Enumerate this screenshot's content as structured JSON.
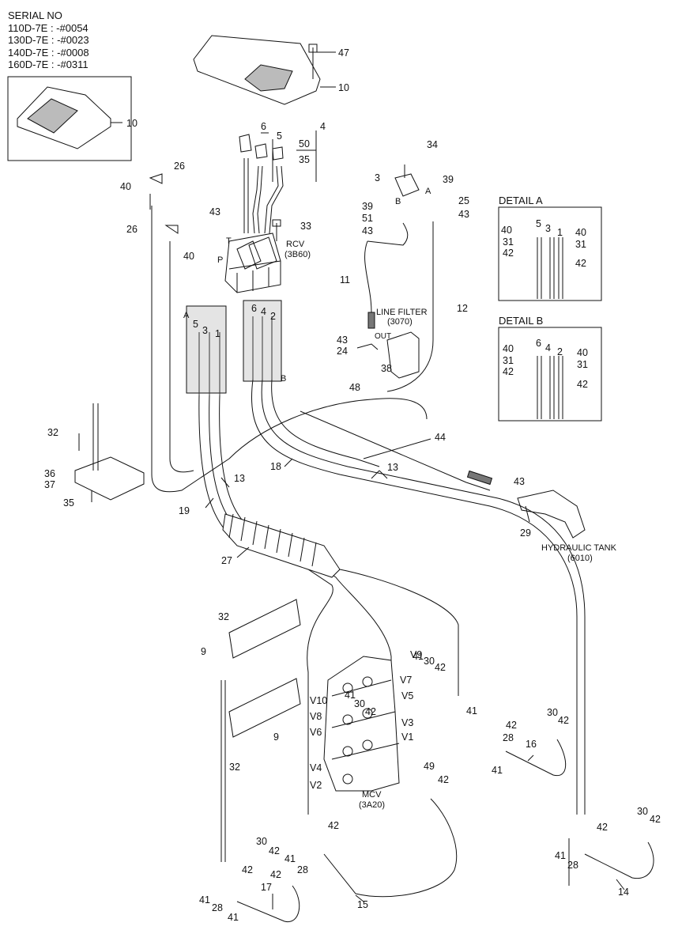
{
  "serial": {
    "title": "SERIAL NO",
    "lines": [
      "110D-7E : -#0054",
      "130D-7E : -#0023",
      "140D-7E : -#0008",
      "160D-7E : -#0311"
    ]
  },
  "details": [
    {
      "title": "DETAIL A",
      "numbers": [
        "40",
        "5",
        "3",
        "1",
        "40",
        "31",
        "31",
        "42",
        "42"
      ]
    },
    {
      "title": "DETAIL B",
      "numbers": [
        "40",
        "6",
        "4",
        "2",
        "40",
        "31",
        "31",
        "42",
        "42"
      ]
    }
  ],
  "components": {
    "rcv": "RCV",
    "rcv_code": "(3B60)",
    "line_filter": "LINE FILTER",
    "line_filter_code": "(3070)",
    "hydraulic_tank": "HYDRAULIC TANK",
    "hydraulic_tank_code": "(6010)",
    "mcv": "MCV",
    "mcv_code": "(3A20)",
    "port_p": "P",
    "port_t": "T",
    "port_a": "A",
    "port_b": "B",
    "port_out": "OUT",
    "section_a": "A",
    "section_b": "B"
  },
  "valve_ports": [
    "V9",
    "V7",
    "V5",
    "V10",
    "V8",
    "V6",
    "V3",
    "V1",
    "V4",
    "V2"
  ],
  "part_numbers": {
    "p47": "47",
    "p10a": "10",
    "p10b": "10",
    "p6": "6",
    "p5": "5",
    "p4": "4",
    "p50": "50",
    "p35a": "35",
    "p34": "34",
    "p3a": "3",
    "p39a": "39",
    "p39b": "39",
    "p25": "25",
    "p43a": "43",
    "p51": "51",
    "p43b": "43",
    "p26a": "26",
    "p40a": "40",
    "p26b": "26",
    "p40b": "40",
    "p43c": "43",
    "p33": "33",
    "p11": "11",
    "p12": "12",
    "p43d": "43",
    "p24": "24",
    "p38": "38",
    "p48": "48",
    "p5b": "5",
    "p3b": "3",
    "p6b": "6",
    "p4b": "4",
    "p2b": "2",
    "p1b": "1",
    "p32a": "32",
    "p36": "36",
    "p37": "37",
    "p35b": "35",
    "p44": "44",
    "p43e": "43",
    "p18": "18",
    "p13a": "13",
    "p13b": "13",
    "p19": "19",
    "p29": "29",
    "p27": "27",
    "p32b": "32",
    "p9a": "9",
    "p9b": "9",
    "p32c": "32",
    "p41a": "41",
    "p30a": "30",
    "p42a": "42",
    "p41b": "41",
    "p30b": "30",
    "p42b": "42",
    "p41c": "41",
    "p42c": "42",
    "p30c": "30",
    "p42d": "42",
    "p28a": "28",
    "p16": "16",
    "p41d": "41",
    "p49": "49",
    "p42e": "42",
    "p42f": "42",
    "p30d": "30",
    "p42g": "42",
    "p42h": "42",
    "p41e": "41",
    "p28b": "28",
    "p14": "14",
    "p15": "15",
    "p41f": "41",
    "p28c": "28",
    "p30e": "30",
    "p42i": "42",
    "p42j": "42",
    "p41g": "41",
    "p28d": "28",
    "p41h": "41",
    "p17": "17",
    "p42k": "42"
  }
}
